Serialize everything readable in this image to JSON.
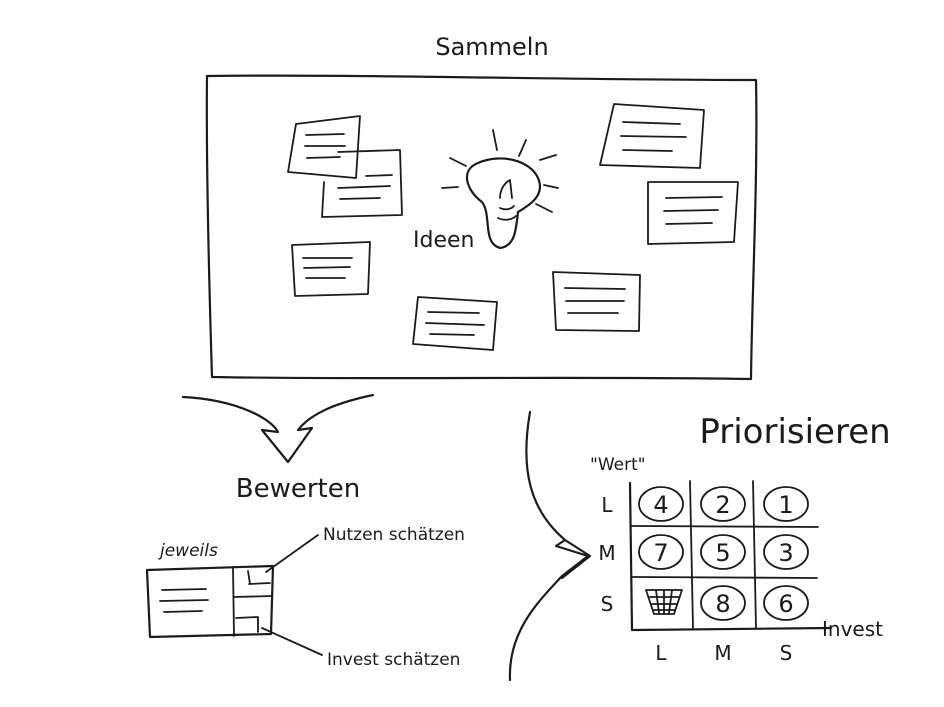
{
  "sections": {
    "collect": {
      "title": "Sammeln",
      "center_label": "Ideen"
    },
    "rate": {
      "title": "Bewerten",
      "each_label": "jeweils",
      "value_label": "Nutzen schätzen",
      "invest_label": "Invest schätzen"
    },
    "prioritize": {
      "title": "Priorisieren",
      "y_axis_label": "\"Wert\"",
      "x_axis_label": "Invest",
      "row_labels": [
        "L",
        "M",
        "S"
      ],
      "col_labels": [
        "L",
        "M",
        "S"
      ],
      "cells": [
        [
          "4",
          "2",
          "1"
        ],
        [
          "7",
          "5",
          "3"
        ],
        [
          "",
          "8",
          "6"
        ]
      ]
    }
  },
  "icons": {
    "idea": "lightbulb-icon",
    "discard": "wastebasket-icon"
  }
}
